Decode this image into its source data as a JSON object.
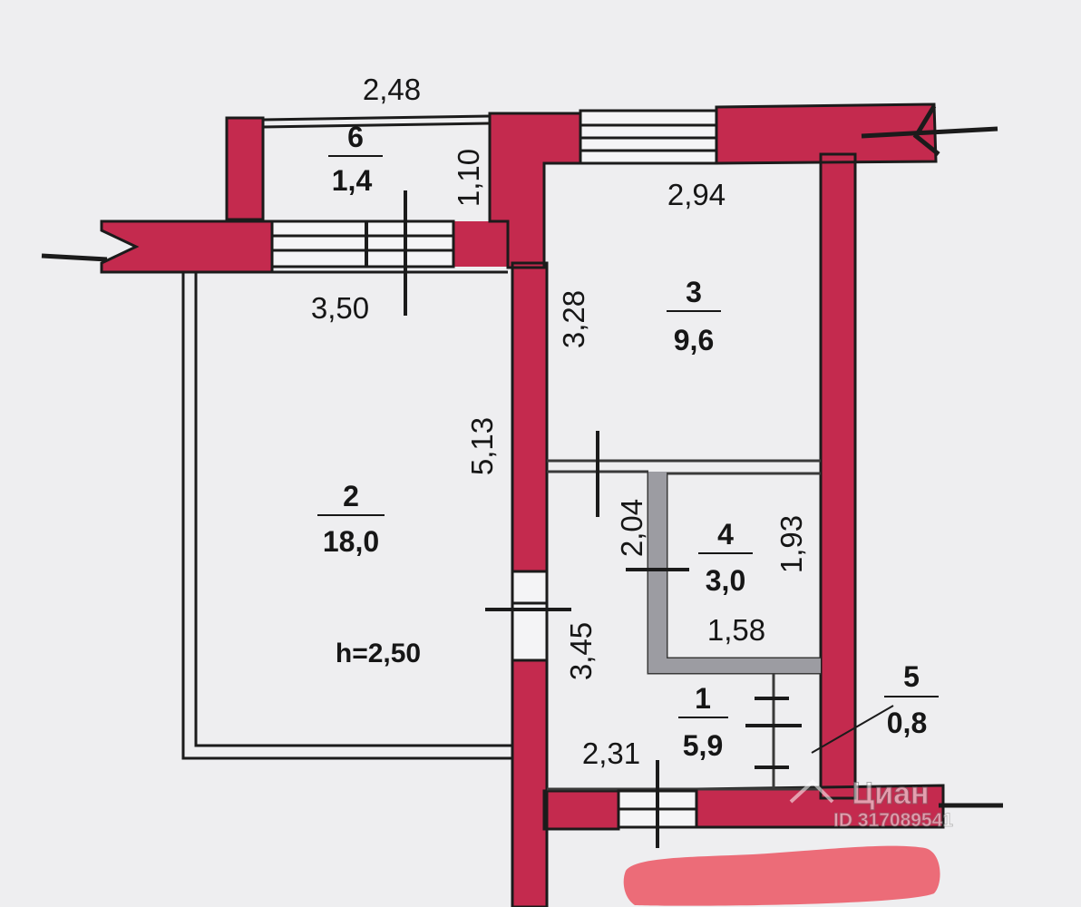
{
  "colors": {
    "wall": "#c42a4e",
    "wall_outline": "#1b1b1b",
    "background": "#eeeef0",
    "height_text": "#1f56c8",
    "redaction": "#ec6c78"
  },
  "dimensions": {
    "d_2_48": "2,48",
    "d_1_10": "1,10",
    "d_2_94": "2,94",
    "d_3_50": "3,50",
    "d_3_28": "3,28",
    "d_5_13": "5,13",
    "d_2_04": "2,04",
    "d_1_93": "1,93",
    "d_1_58": "1,58",
    "d_3_45": "3,45",
    "d_2_31": "2,31"
  },
  "rooms": [
    {
      "number": "6",
      "area": "1,4"
    },
    {
      "number": "3",
      "area": "9,6"
    },
    {
      "number": "2",
      "area": "18,0"
    },
    {
      "number": "4",
      "area": "3,0"
    },
    {
      "number": "1",
      "area": "5,9"
    },
    {
      "number": "5",
      "area": "0,8"
    }
  ],
  "ceiling_height": "h=2,50",
  "watermark": {
    "brand": "Циан",
    "listing_id": "ID 317089541"
  }
}
